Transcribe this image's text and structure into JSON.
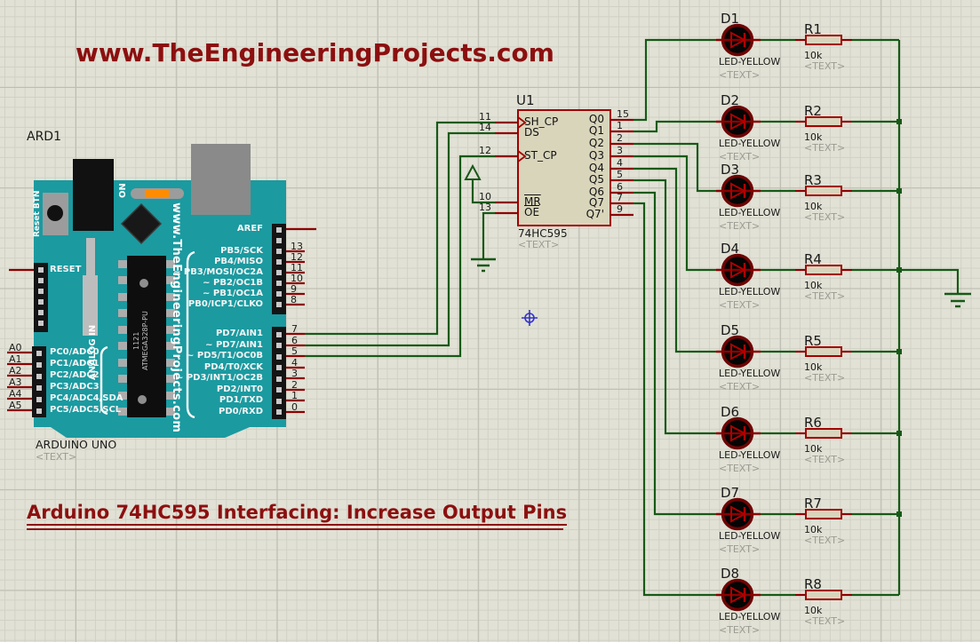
{
  "titles": {
    "top": "www.TheEngineeringProjects.com",
    "bottom": "Arduino 74HC595 Interfacing: Increase Output Pins"
  },
  "arduino": {
    "ref": "ARD1",
    "name": "ARDUINO UNO",
    "placeholder": "<TEXT>",
    "aref_label": "AREF",
    "reset_pin_label": "RESET",
    "decals": {
      "website": "www.TheEngineeringProjects.com",
      "on_led": "ON",
      "reset_btn": "Reset BTN",
      "analog_in": "ANALOG IN",
      "mcu_line1": "1121",
      "mcu_line2": "ATMEGA328P-PU"
    },
    "right_upper_pins": [
      {
        "num": "13",
        "label": "PB5/SCK"
      },
      {
        "num": "12",
        "label": "PB4/MISO"
      },
      {
        "num": "11",
        "label": "~ PB3/MOSI/OC2A"
      },
      {
        "num": "10",
        "label": "~ PB2/OC1B"
      },
      {
        "num": "9",
        "label": "~ PB1/OC1A"
      },
      {
        "num": "8",
        "label": "PB0/ICP1/CLKO"
      }
    ],
    "right_lower_pins": [
      {
        "num": "7",
        "label": "PD7/AIN1"
      },
      {
        "num": "6",
        "label": "~ PD7/AIN1"
      },
      {
        "num": "5",
        "label": "~ PD5/T1/OC0B"
      },
      {
        "num": "4",
        "label": "PD4/T0/XCK"
      },
      {
        "num": "3",
        "label": "~ PD3/INT1/OC2B"
      },
      {
        "num": "2",
        "label": "PD2/INT0"
      },
      {
        "num": "1",
        "label": "PD1/TXD"
      },
      {
        "num": "0",
        "label": "PD0/RXD"
      }
    ],
    "left_analog_pins": [
      {
        "num": "A0",
        "label": "PC0/ADC0"
      },
      {
        "num": "A1",
        "label": "PC1/ADC1"
      },
      {
        "num": "A2",
        "label": "PC2/ADC2"
      },
      {
        "num": "A3",
        "label": "PC3/ADC3"
      },
      {
        "num": "A4",
        "label": "PC4/ADC4/SDA"
      },
      {
        "num": "A5",
        "label": "PC5/ADC5/SCL"
      }
    ]
  },
  "shift_register": {
    "ref": "U1",
    "part": "74HC595",
    "placeholder": "<TEXT>",
    "left_pins": [
      {
        "num": "11",
        "label": "SH_CP"
      },
      {
        "num": "14",
        "label": "DS"
      },
      {
        "num": "12",
        "label": "ST_CP"
      },
      {
        "num": "10",
        "label": "MR"
      },
      {
        "num": "13",
        "label": "OE"
      }
    ],
    "right_pins": [
      {
        "num": "15",
        "label": "Q0"
      },
      {
        "num": "1",
        "label": "Q1"
      },
      {
        "num": "2",
        "label": "Q2"
      },
      {
        "num": "3",
        "label": "Q3"
      },
      {
        "num": "4",
        "label": "Q4"
      },
      {
        "num": "5",
        "label": "Q5"
      },
      {
        "num": "6",
        "label": "Q6"
      },
      {
        "num": "7",
        "label": "Q7"
      },
      {
        "num": "9",
        "label": "Q7'"
      }
    ]
  },
  "rows": [
    {
      "led_ref": "D1",
      "led_part": "LED-YELLOW",
      "led_text": "<TEXT>",
      "res_ref": "R1",
      "res_value": "10k",
      "res_text": "<TEXT>"
    },
    {
      "led_ref": "D2",
      "led_part": "LED-YELLOW",
      "led_text": "<TEXT>",
      "res_ref": "R2",
      "res_value": "10k",
      "res_text": "<TEXT>"
    },
    {
      "led_ref": "D3",
      "led_part": "LED-YELLOW",
      "led_text": "<TEXT>",
      "res_ref": "R3",
      "res_value": "10k",
      "res_text": "<TEXT>"
    },
    {
      "led_ref": "D4",
      "led_part": "LED-YELLOW",
      "led_text": "<TEXT>",
      "res_ref": "R4",
      "res_value": "10k",
      "res_text": "<TEXT>"
    },
    {
      "led_ref": "D5",
      "led_part": "LED-YELLOW",
      "led_text": "<TEXT>",
      "res_ref": "R5",
      "res_value": "10k",
      "res_text": "<TEXT>"
    },
    {
      "led_ref": "D6",
      "led_part": "LED-YELLOW",
      "led_text": "<TEXT>",
      "res_ref": "R6",
      "res_value": "10k",
      "res_text": "<TEXT>"
    },
    {
      "led_ref": "D7",
      "led_part": "LED-YELLOW",
      "led_text": "<TEXT>",
      "res_ref": "R7",
      "res_value": "10k",
      "res_text": "<TEXT>"
    },
    {
      "led_ref": "D8",
      "led_part": "LED-YELLOW",
      "led_text": "<TEXT>",
      "res_ref": "R8",
      "res_value": "10k",
      "res_text": "<TEXT>"
    }
  ],
  "colors": {
    "wire_green": "#175917",
    "stub_maroon": "#8C0000",
    "title_red": "#8C0F0F",
    "board_teal": "#1B9AA0",
    "component_fill": "#D9D5BB",
    "on_led_orange": "#FF8C00",
    "origin_marker_blue": "#3333CC"
  }
}
